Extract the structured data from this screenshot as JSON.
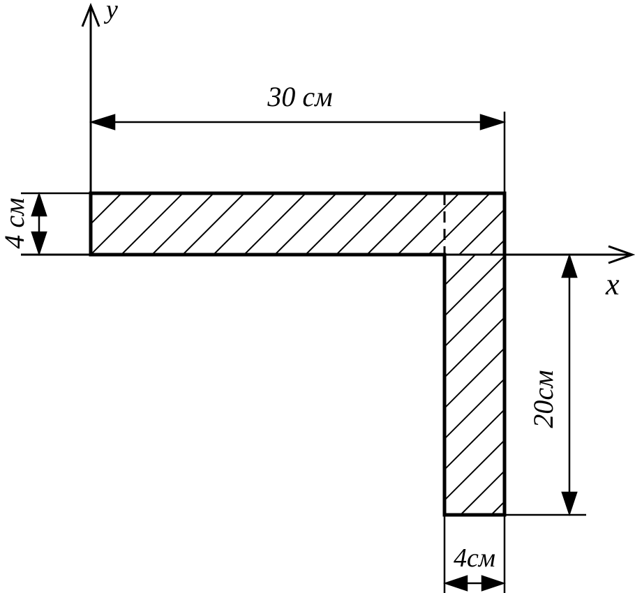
{
  "diagram": {
    "axes": {
      "x_label": "x",
      "y_label": "y"
    },
    "dimensions": {
      "total_width": "30 см",
      "flange_thickness": "4 см",
      "leg_height": "20см",
      "leg_thickness": "4см"
    }
  },
  "colors": {
    "stroke": "#000000",
    "background": "#ffffff"
  }
}
